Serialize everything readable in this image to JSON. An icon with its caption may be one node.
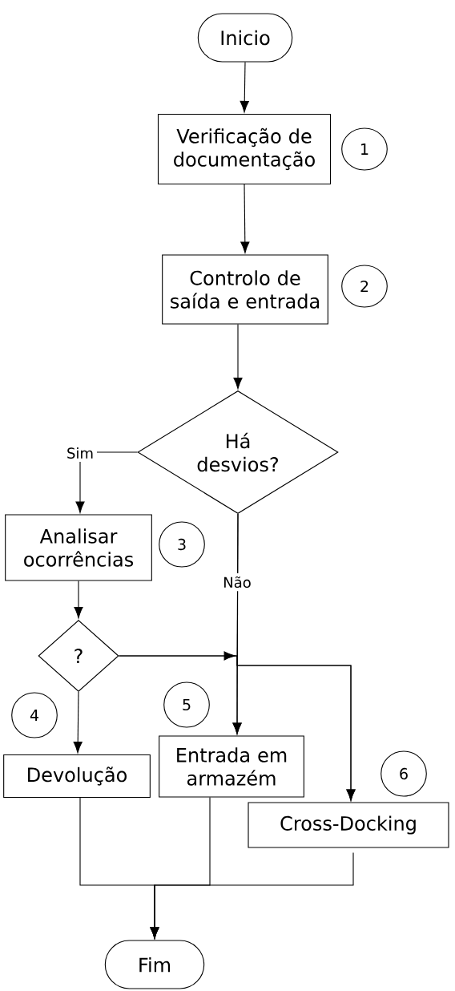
{
  "diagram": {
    "nodes": [
      {
        "text": [
          "Inicio"
        ]
      },
      {
        "text": [
          "Verificação de documentação"
        ]
      },
      {
        "text": [
          "Controlo de saída e entrada"
        ]
      },
      {
        "text": [
          "Há desvios?"
        ]
      },
      {
        "text": [
          "Analisar ocorrências"
        ]
      },
      {
        "text": [
          "?"
        ]
      },
      {
        "text": [
          "Devolução"
        ]
      },
      {
        "text": [
          "Entrada em armazém"
        ]
      },
      {
        "text": [
          "Cross-Docking"
        ]
      },
      {
        "text": [
          "Fim"
        ]
      },
      {
        "text": [
          "1"
        ]
      },
      {
        "text": [
          "2"
        ]
      },
      {
        "text": [
          "3"
        ]
      },
      {
        "text": [
          "4"
        ]
      },
      {
        "text": [
          "5"
        ]
      },
      {
        "text": [
          "6"
        ]
      }
    ],
    "edges": [
      {
        "from": 0,
        "to": 1,
        "arrow": "to"
      },
      {
        "from": 1,
        "to": 2,
        "arrow": "to"
      },
      {
        "from": 2,
        "to": 3,
        "arrow": "to"
      },
      {
        "from": 3,
        "to": 4,
        "arrow": "to",
        "label": "Sim"
      },
      {
        "from": 3,
        "to": 7,
        "arrow": "to",
        "label": "Não"
      },
      {
        "from": 3,
        "to": 8,
        "arrow": "to"
      },
      {
        "from": 4,
        "to": 5,
        "arrow": "to"
      },
      {
        "from": 5,
        "to": 6,
        "arrow": "to"
      },
      {
        "from": 5,
        "to": 7,
        "arrow": "to"
      },
      {
        "from": 5,
        "to": 8,
        "arrow": "to"
      },
      {
        "from": 6,
        "to": 9,
        "arrow": "to"
      },
      {
        "from": 7,
        "to": 9,
        "arrow": "to"
      },
      {
        "from": 8,
        "to": 9,
        "arrow": "to"
      }
    ]
  }
}
